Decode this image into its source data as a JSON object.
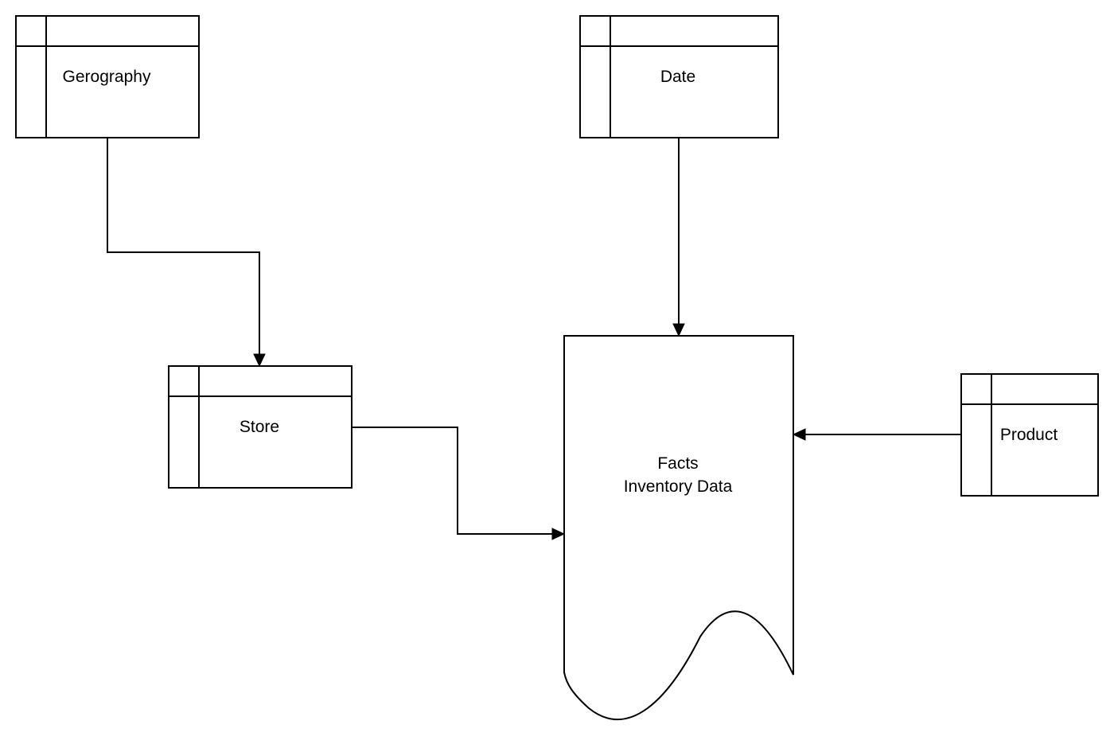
{
  "diagram": {
    "tables": {
      "geography": {
        "label": "Gerography"
      },
      "date": {
        "label": "Date"
      },
      "store": {
        "label": "Store"
      },
      "product": {
        "label": "Product"
      }
    },
    "facts": {
      "line1": "Facts",
      "line2": "Inventory Data"
    },
    "edges": [
      {
        "from": "Gerography",
        "to": "Store"
      },
      {
        "from": "Date",
        "to": "Facts Inventory Data"
      },
      {
        "from": "Store",
        "to": "Facts Inventory Data"
      },
      {
        "from": "Product",
        "to": "Facts Inventory Data"
      }
    ]
  }
}
